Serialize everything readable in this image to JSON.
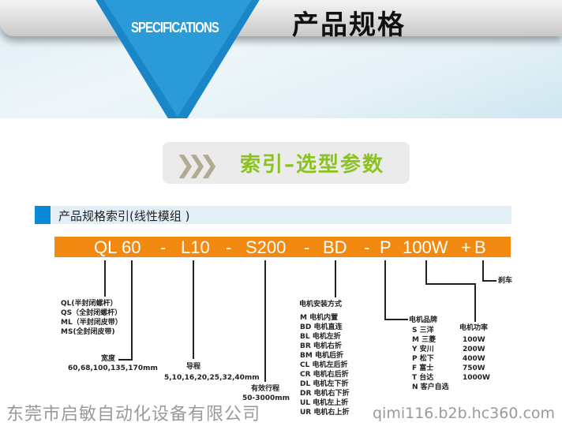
{
  "banner": {
    "badge": "SPECIFICATIONS",
    "title": "产品规格"
  },
  "index_header": {
    "chevrons": "❯❯❯",
    "title": "索引–选型参数"
  },
  "section": {
    "title": "产品规格索引(线性模组 )"
  },
  "code": [
    "QL",
    "60",
    "-",
    "L10",
    "-",
    "S200",
    "-",
    "BD",
    "-",
    "P",
    "100W",
    "+",
    "B"
  ],
  "series": {
    "items": [
      "QL(半封闭螺杆）",
      "QS（全封闭螺杆）",
      "ML（半封闭皮带）",
      "MS(全封闭皮带)"
    ]
  },
  "width": {
    "label": "宽度",
    "values": "60,68,100,135,170mm"
  },
  "lead": {
    "label": "导程",
    "values": "5,10,16,20,25,32,40mm"
  },
  "stroke": {
    "label": "有效行程",
    "values": "50-3000mm"
  },
  "mount": {
    "label": "电机安装方式",
    "items": [
      "M   电机内置",
      "BD 电机直连",
      "BL 电机左折",
      "BR 电机右折",
      "BM 电机后折",
      "CL 电机左后折",
      "CR 电机右后折",
      "DL 电机左下折",
      "DR 电机右下折",
      "UL 电机左上折",
      "UR 电机右上折"
    ]
  },
  "brand": {
    "label": "电机品牌",
    "items": [
      "S  三洋",
      "M  三菱",
      "Y  安川",
      "P  松下",
      "F  富士",
      "T  台达",
      "N  客户自选"
    ]
  },
  "power": {
    "label": "电机功率",
    "items": [
      "100W",
      "200W",
      "400W",
      "750W",
      "1000W"
    ]
  },
  "brake": {
    "label": "刹车"
  },
  "watermark": {
    "company": "东莞市启敏自动化设备有限公司",
    "url": "qimi116.b2b.hc360.com"
  }
}
